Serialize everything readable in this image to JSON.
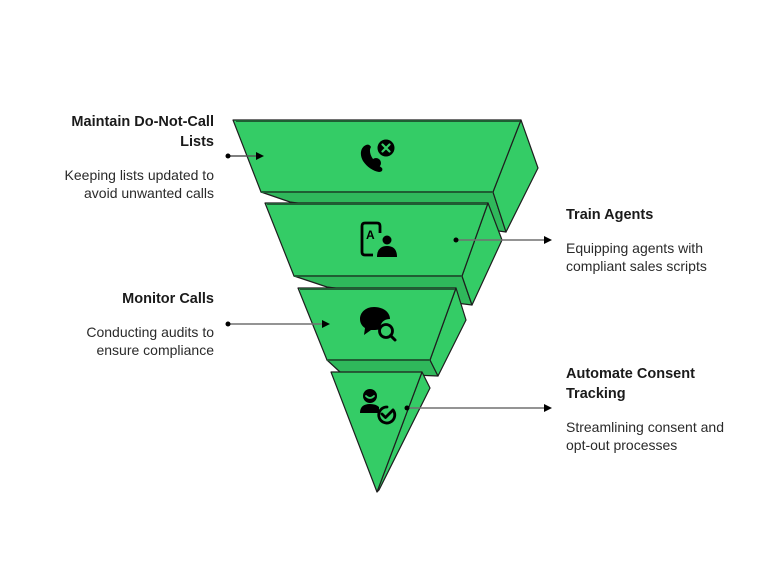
{
  "diagram": {
    "type": "inverted-funnel",
    "accent_color": "#34cc66",
    "edge_color": "#1f5e33",
    "connector_color": "#707070",
    "stages": [
      {
        "title": "Maintain Do-Not-Call Lists",
        "title_line1": "Maintain Do-Not-Call",
        "title_line2": "Lists",
        "desc_line1": "Keeping lists updated to",
        "desc_line2": "avoid unwanted calls",
        "side": "left",
        "icon": "phone-blocked-icon"
      },
      {
        "title": "Train Agents",
        "desc_line1": "Equipping agents with",
        "desc_line2": "compliant sales scripts",
        "side": "right",
        "icon": "agent-script-icon"
      },
      {
        "title": "Monitor Calls",
        "desc_line1": "Conducting audits to",
        "desc_line2": "ensure compliance",
        "side": "left",
        "icon": "chat-search-icon"
      },
      {
        "title": "Automate Consent Tracking",
        "title_line1": "Automate Consent",
        "title_line2": "Tracking",
        "desc_line1": "Streamlining consent and",
        "desc_line2": "opt-out processes",
        "side": "right",
        "icon": "user-check-icon"
      }
    ]
  }
}
